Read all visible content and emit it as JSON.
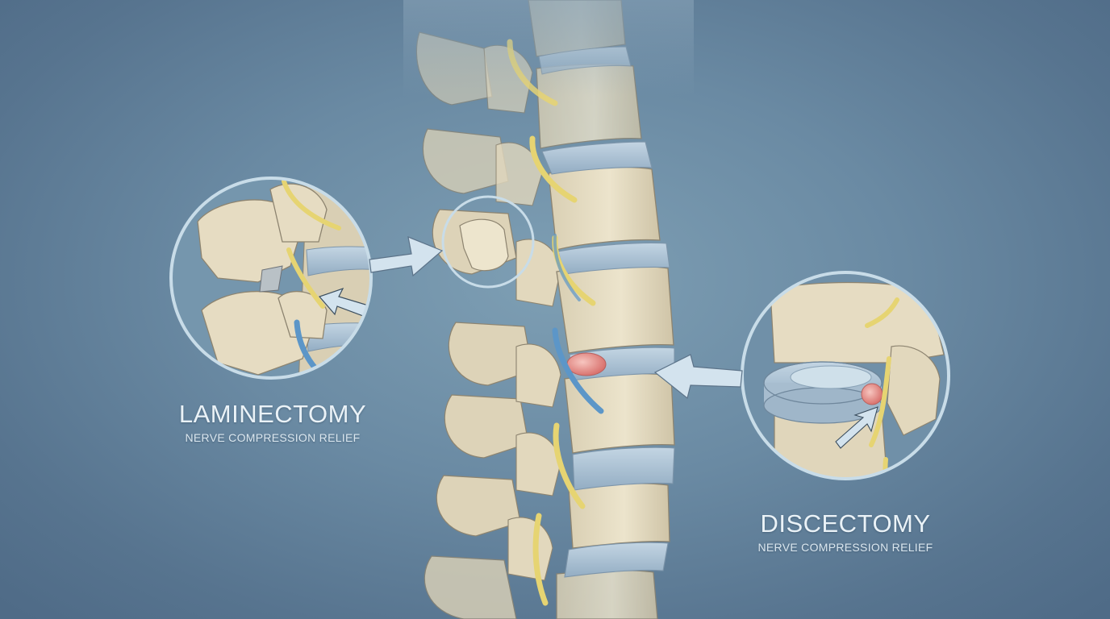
{
  "illustration": {
    "subject": "lumbar spine lateral view",
    "colors": {
      "background": "#6a8aa3",
      "bone": "#e6dcc2",
      "bone_shade": "#c9bea2",
      "disc": "#a9c0d2",
      "nerve": "#e6d472",
      "vessel": "#5c96c8",
      "herniation": "#e59a96",
      "ring": "#c8dce8",
      "arrow": "#d3e3ee"
    }
  },
  "procedures": [
    {
      "id": "laminectomy",
      "title": "LAMINECTOMY",
      "subtitle": "NERVE COMPRESSION RELIEF"
    },
    {
      "id": "discectomy",
      "title": "DISCECTOMY",
      "subtitle": "NERVE COMPRESSION RELIEF"
    }
  ]
}
